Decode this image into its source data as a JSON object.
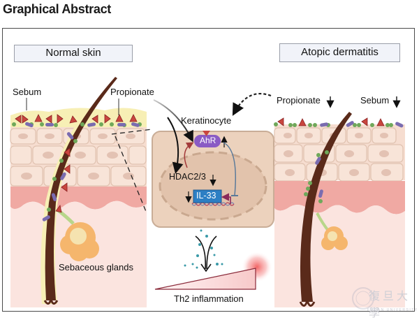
{
  "title": "Graphical Abstract",
  "panels": {
    "left": {
      "label": "Normal skin"
    },
    "right": {
      "label": "Atopic dermatitis"
    }
  },
  "left_annotations": {
    "sebum": "Sebum",
    "propionate": "Propionate",
    "sebaceous_glands": "Sebaceous glands"
  },
  "right_annotations": {
    "propionate": "Propionate",
    "sebum": "Sebum",
    "propionate_trend": "down",
    "sebum_trend": "down"
  },
  "center": {
    "cell_label": "Keratinocyte",
    "receptor": "AhR",
    "receptor_trend": "up",
    "enzyme": "HDAC2/3",
    "enzyme_trend": "down",
    "cytokine": "IL-33",
    "cytokine_trend": "down",
    "outcome": "Th2 inflammation"
  },
  "watermark": {
    "text": "復旦大學",
    "subtext": "FUDAN UNIVERSITY"
  },
  "colors": {
    "ahr": "#8a5bc4",
    "il33": "#2d7fc4",
    "arrow_red": "#a33a3a",
    "inhibit_blue": "#5a7a9a",
    "cell_fill": "#ecd2bd",
    "nucleus_fill": "#e2c3ac",
    "hair": "#5a2a1a",
    "sebum": "#f7efb5",
    "epidermis": "#f6ddd0",
    "dermis_band": "#f0a9a3",
    "dermis": "#fbe4df"
  }
}
